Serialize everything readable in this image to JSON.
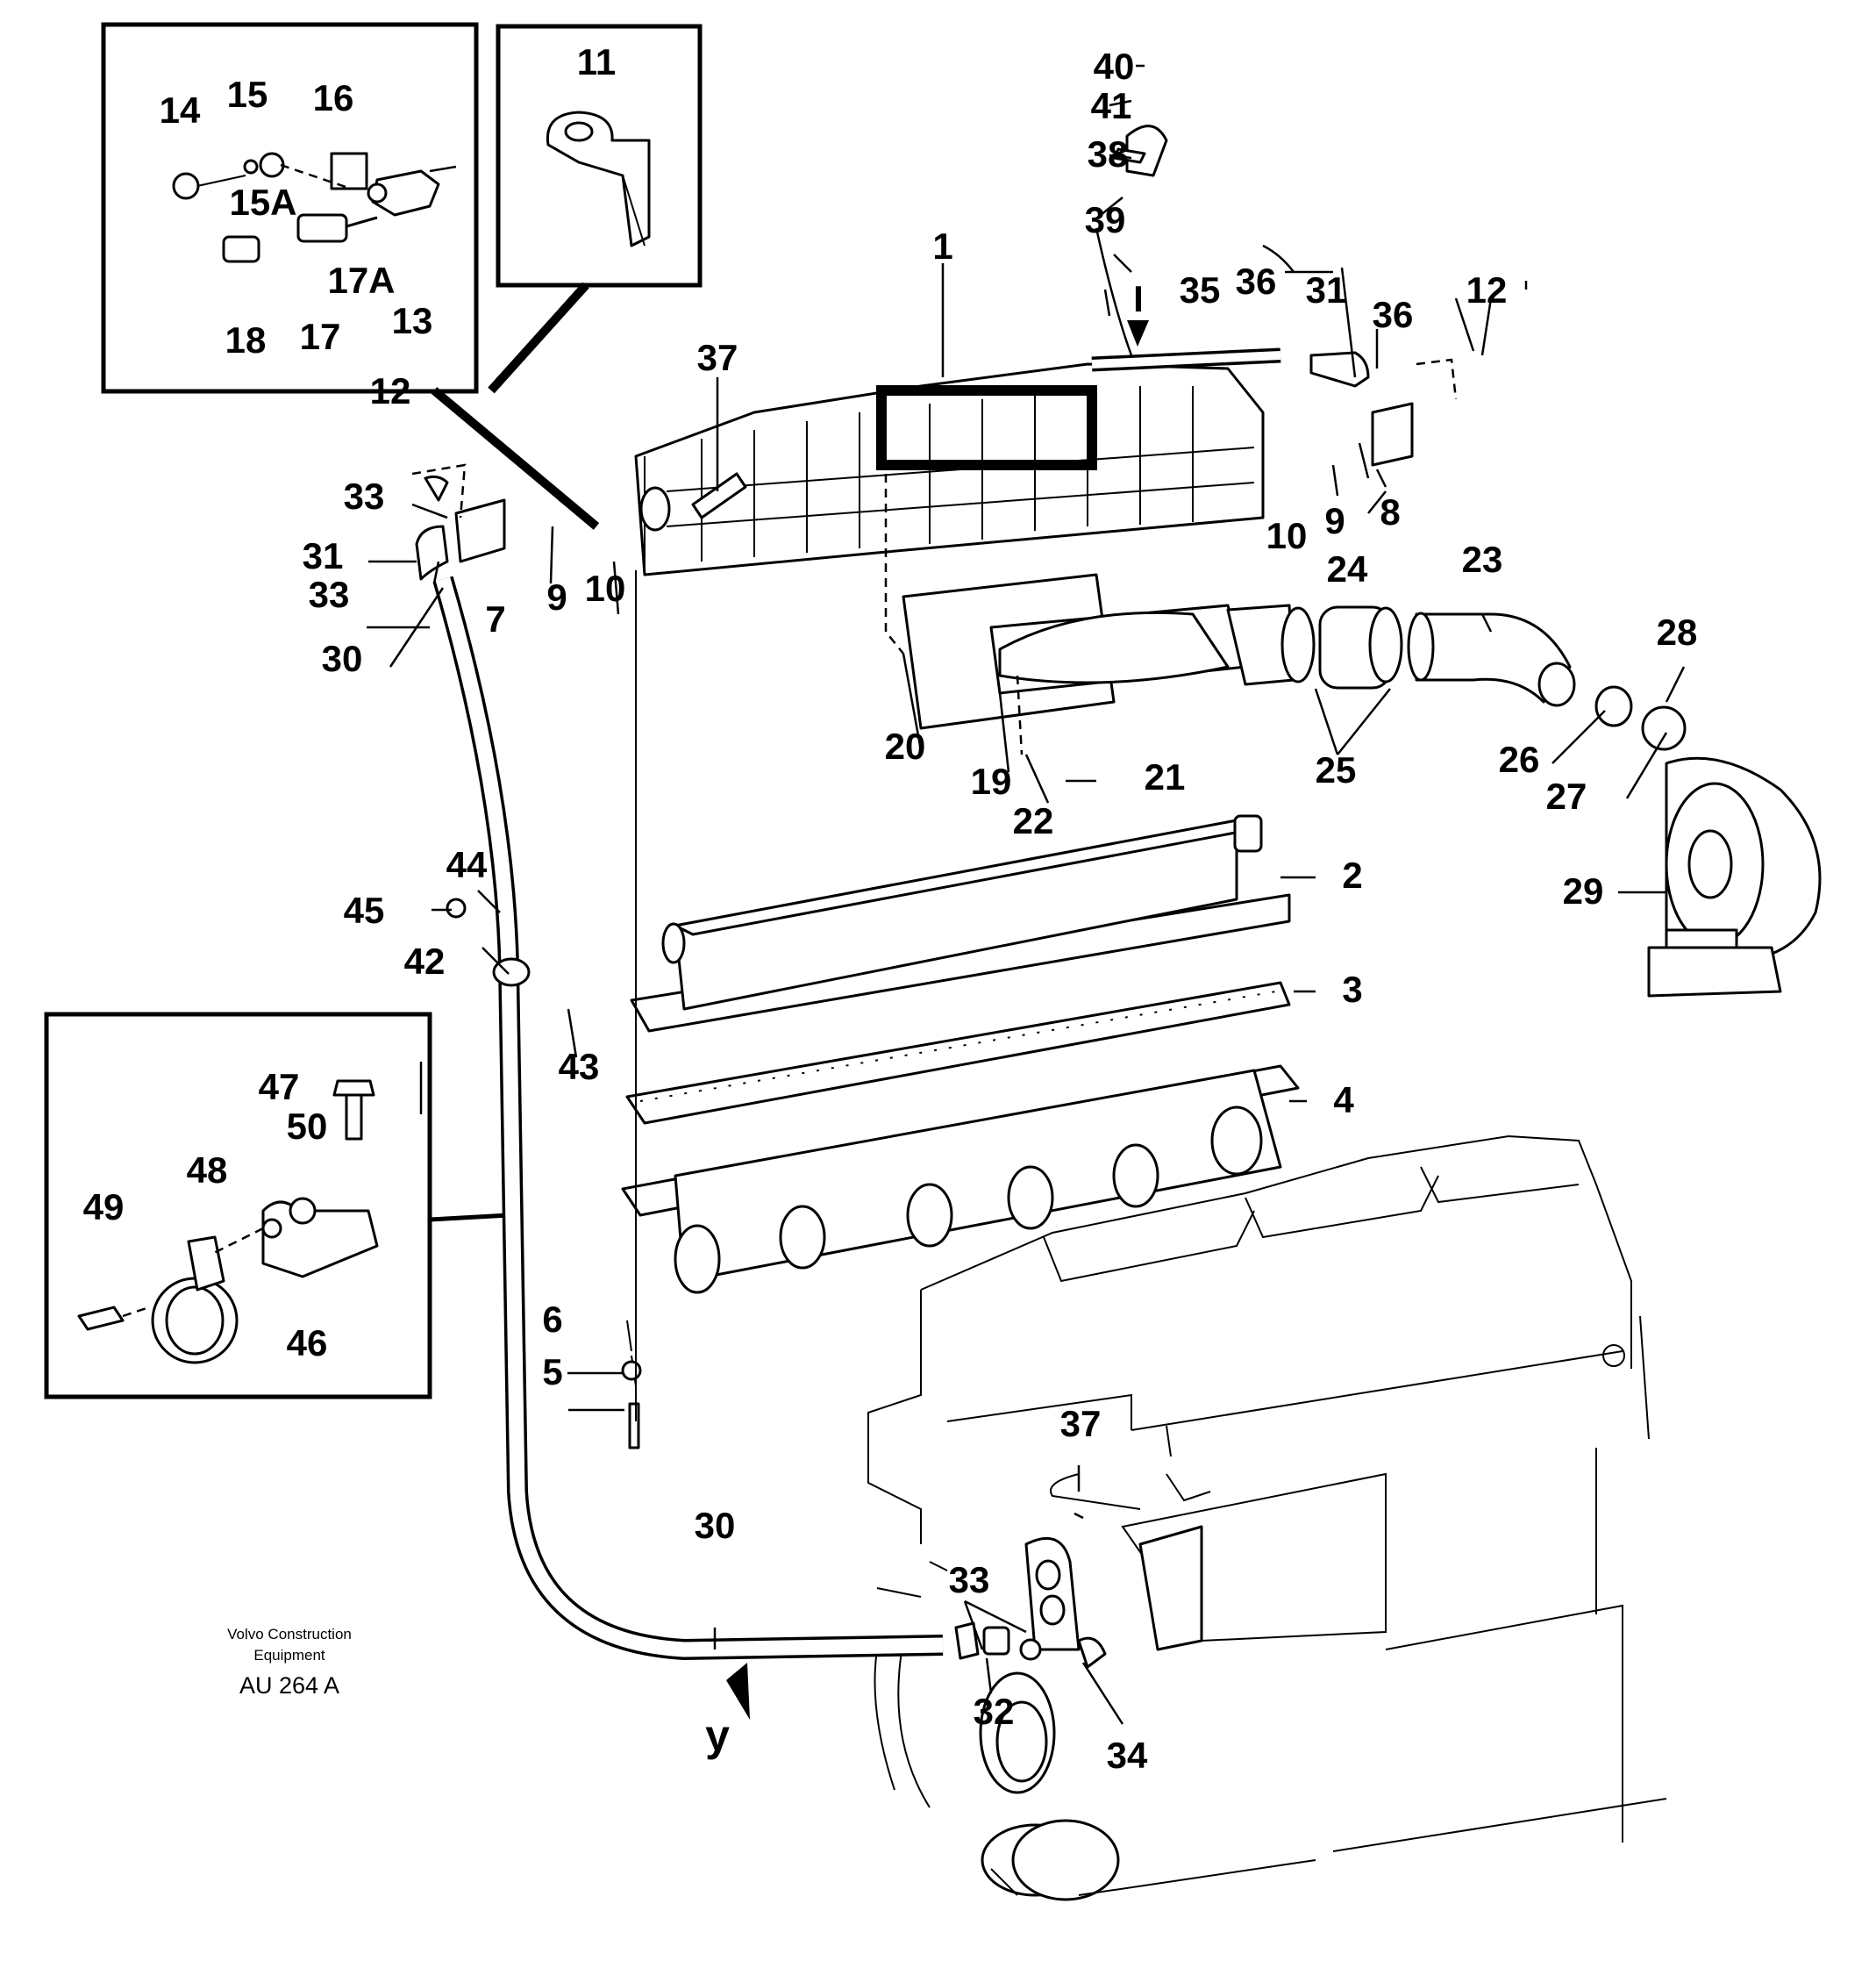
{
  "callouts": [
    "1",
    "2",
    "3",
    "4",
    "5",
    "6",
    "7",
    "8",
    "9",
    "9",
    "10",
    "10",
    "11",
    "12",
    "12",
    "13",
    "14",
    "15",
    "15A",
    "16",
    "17",
    "17A",
    "18",
    "19",
    "20",
    "21",
    "22",
    "23",
    "24",
    "25",
    "26",
    "27",
    "28",
    "29",
    "30",
    "30",
    "31",
    "31",
    "32",
    "33",
    "33",
    "33",
    "34",
    "35",
    "36",
    "36",
    "37",
    "37",
    "38",
    "39",
    "40",
    "41",
    "42",
    "43",
    "44",
    "45",
    "46",
    "47",
    "48",
    "49",
    "50"
  ],
  "credit": {
    "line1": "Volvo Construction",
    "line2": "Equipment",
    "code": "AU 264 A"
  },
  "view_markers": {
    "arrow_top": "I",
    "arrow_bottom": "y"
  }
}
